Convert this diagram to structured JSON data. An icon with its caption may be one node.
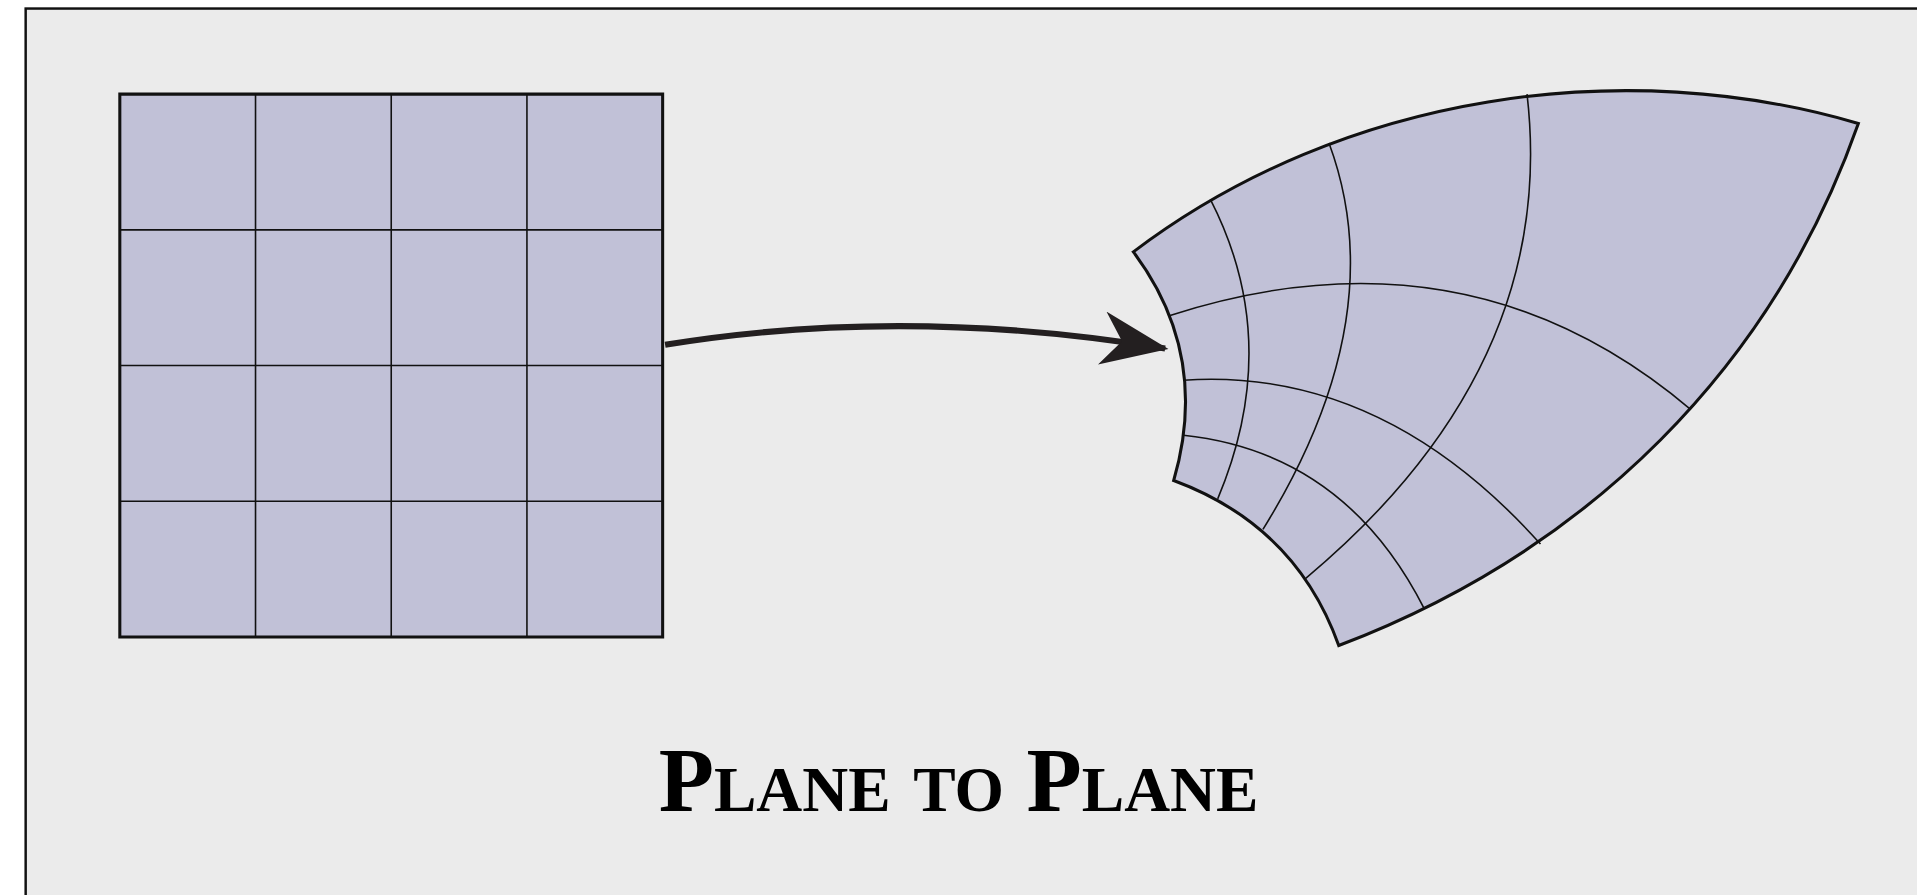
{
  "diagram": {
    "title": "Plane to Plane",
    "nodes": [
      {
        "text": [],
        "shape": "grid"
      },
      {
        "text": [],
        "shape": "grid"
      }
    ],
    "edges": [
      {
        "from": 0,
        "to": 1,
        "arrow": "to"
      }
    ]
  }
}
